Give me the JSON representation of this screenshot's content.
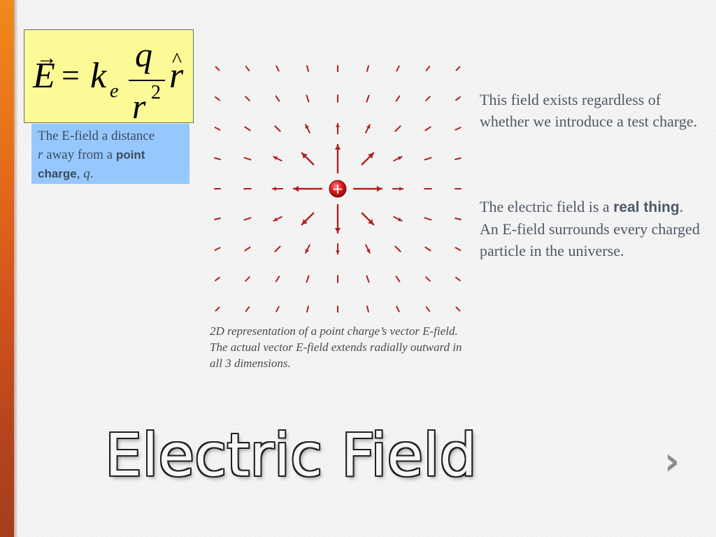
{
  "slide": {
    "title": "Electric Field",
    "formula": {
      "E": "E",
      "vector_mark": "→",
      "equals": "=",
      "k": "k",
      "k_subscript": "e",
      "numerator": "q",
      "denominator": "r",
      "exponent": "2",
      "unit_vector": "r",
      "hat_mark": "^"
    },
    "description": {
      "line1": "The E-field a distance",
      "r_symbol": "r",
      "line2_rest": " away from a ",
      "bold_point": "point",
      "bold_charge": "charge",
      "comma": ", ",
      "q_symbol": "q",
      "period": "."
    },
    "caption": "2D representation of a point charge’s vector E-field.  The actual vector E-field extends radially outward in all 3 dimensions.",
    "paragraph1": "This field exists regardless of whether we introduce a test charge.",
    "paragraph2": {
      "before": "The electric field is a ",
      "bold": "real thing",
      "after": ".  An E-field surrounds every charged particle in the universe."
    },
    "charge_symbol": "+",
    "next_icon": "›",
    "colors": {
      "arrow": "#b01f22",
      "formula_bg": "#fbfa96",
      "description_bg": "#96c8fe",
      "left_bar": "#e8721a"
    }
  },
  "vector_field": {
    "grid_columns": [
      -4,
      -3,
      -2,
      -1,
      0,
      1,
      2,
      3,
      4
    ],
    "grid_rows": [
      -4,
      -3,
      -2,
      -1,
      0,
      1,
      2,
      3,
      4
    ],
    "direction": "radially-outward"
  }
}
